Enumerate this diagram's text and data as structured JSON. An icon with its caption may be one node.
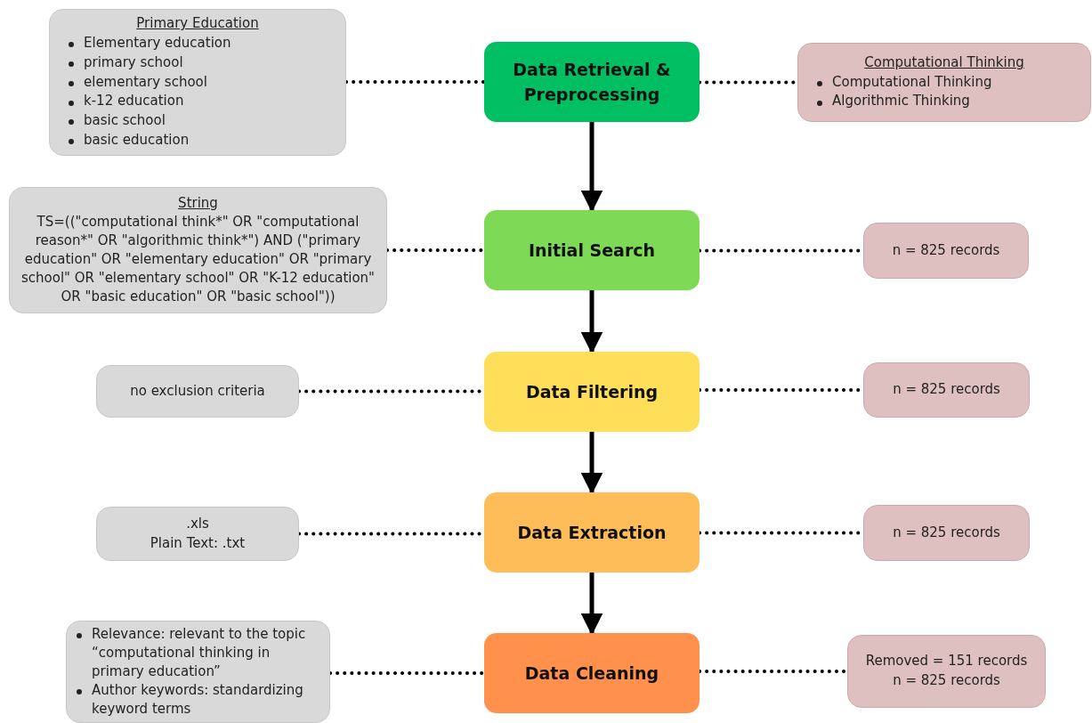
{
  "diagram": {
    "nodes": [
      {
        "text": [
          "Primary Education",
          "Elementary education",
          "primary school",
          "elementary school",
          "k-12 education",
          "basic school",
          "basic education"
        ]
      },
      {
        "text": [
          "Data Retrieval & Preprocessing"
        ]
      },
      {
        "text": [
          "Computational Thinking",
          "Computational Thinking",
          "Algorithmic Thinking"
        ]
      },
      {
        "text": [
          "String",
          "TS=((\"computational think*\" OR \"computational reason*\" OR \"algorithmic think*\") AND (\"primary education\" OR \"elementary education\" OR \"primary school\" OR \"elementary school\" OR \"K-12 education\" OR \"basic education\" OR \"basic school\"))"
        ]
      },
      {
        "text": [
          "Initial Search"
        ]
      },
      {
        "text": [
          "n = 825 records"
        ]
      },
      {
        "text": [
          "no exclusion criteria"
        ]
      },
      {
        "text": [
          "Data Filtering"
        ]
      },
      {
        "text": [
          "n = 825 records"
        ]
      },
      {
        "text": [
          ".xls",
          "Plain Text: .txt"
        ]
      },
      {
        "text": [
          "Data Extraction"
        ]
      },
      {
        "text": [
          "n = 825 records"
        ]
      },
      {
        "text": [
          "Relevance: relevant to the topic “computational thinking in primary education”",
          "Author keywords: standardizing keyword terms"
        ]
      },
      {
        "text": [
          "Data Cleaning"
        ]
      },
      {
        "text": [
          "Removed = 151 records",
          "n = 825 records"
        ]
      }
    ],
    "edges": [
      {
        "from": 0,
        "to": 1,
        "arrow": "none",
        "style": "dashed"
      },
      {
        "from": 1,
        "to": 2,
        "arrow": "none",
        "style": "dashed"
      },
      {
        "from": 1,
        "to": 4,
        "arrow": "to"
      },
      {
        "from": 3,
        "to": 4,
        "arrow": "none",
        "style": "dashed"
      },
      {
        "from": 4,
        "to": 5,
        "arrow": "none",
        "style": "dashed"
      },
      {
        "from": 4,
        "to": 7,
        "arrow": "to"
      },
      {
        "from": 6,
        "to": 7,
        "arrow": "none",
        "style": "dashed"
      },
      {
        "from": 7,
        "to": 8,
        "arrow": "none",
        "style": "dashed"
      },
      {
        "from": 7,
        "to": 10,
        "arrow": "to"
      },
      {
        "from": 9,
        "to": 10,
        "arrow": "none",
        "style": "dashed"
      },
      {
        "from": 10,
        "to": 11,
        "arrow": "none",
        "style": "dashed"
      },
      {
        "from": 10,
        "to": 13,
        "arrow": "to"
      },
      {
        "from": 12,
        "to": 13,
        "arrow": "none",
        "style": "dashed"
      },
      {
        "from": 13,
        "to": 14,
        "arrow": "none",
        "style": "dashed"
      }
    ]
  }
}
